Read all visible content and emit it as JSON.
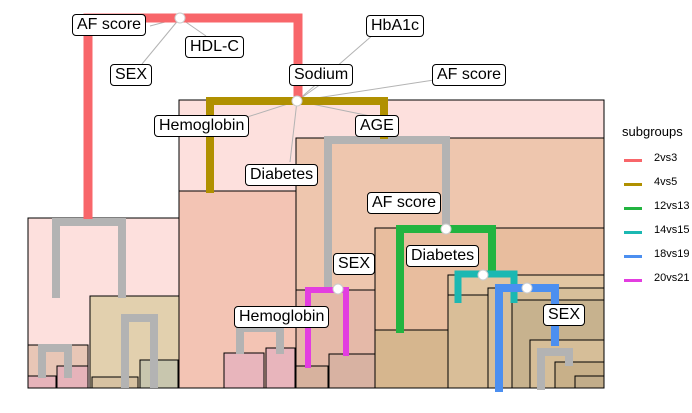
{
  "legend": {
    "title": "subgroups",
    "items": [
      {
        "label": "2vs3",
        "color": "#F8666A"
      },
      {
        "label": "4vs5",
        "color": "#B09000"
      },
      {
        "label": "12vs13",
        "color": "#22B440"
      },
      {
        "label": "14vs15",
        "color": "#1BB8B2"
      },
      {
        "label": "18vs19",
        "color": "#4C8FF0"
      },
      {
        "label": "20vs21",
        "color": "#E33DE0"
      }
    ]
  },
  "labels": {
    "af_score_top": "AF score",
    "hdl_c": "HDL-C",
    "hba1c": "HbA1c",
    "sex_top": "SEX",
    "sodium": "Sodium",
    "af_score_right": "AF score",
    "hemoglobin_top": "Hemoglobin",
    "age": "AGE",
    "diabetes_left": "Diabetes",
    "af_score_mid": "AF score",
    "diabetes_right": "Diabetes",
    "sex_mid": "SEX",
    "hemoglobin_bottom": "Hemoglobin",
    "sex_right": "SEX"
  },
  "colors": {
    "split_gray": "#B3B3B3",
    "panel_border": "#000000",
    "fill_light": "#FDE0DD",
    "fill_mid": "#F5C6B8",
    "fill_orange": "#ECBEA0",
    "fill_tan": "#DEC7A4",
    "fill_olive": "#D6C09A",
    "fill_pink": "#E8B5BC"
  }
}
